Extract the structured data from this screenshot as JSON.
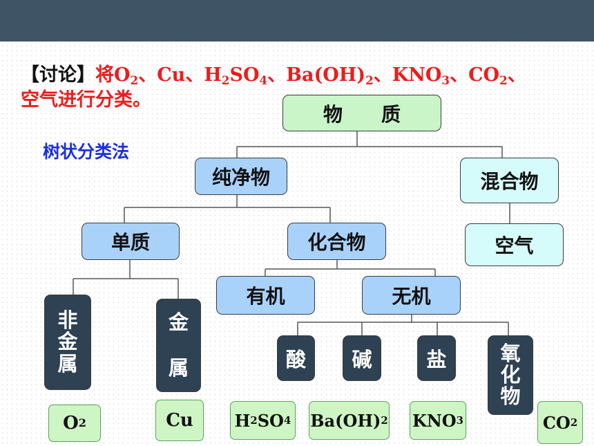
{
  "discussion": {
    "bracket": "【讨论】",
    "verb": "将",
    "substances": [
      {
        "base": "O",
        "sub": "2"
      },
      {
        "base": "Cu",
        "sub": ""
      },
      {
        "base": "H",
        "sub": "2",
        "rest": "SO",
        "sub2": "4"
      },
      {
        "base": "Ba(OH)",
        "sub": "2"
      },
      {
        "base": "KNO",
        "sub": "3"
      },
      {
        "base": "CO",
        "sub": "2"
      }
    ],
    "separator": "、",
    "line2": "空气进行分类。"
  },
  "method_label": "树状分类法",
  "tree": {
    "root": "物　　质",
    "pure": "纯净物",
    "mixture": "混合物",
    "element": "单质",
    "compound": "化合物",
    "air": "空气",
    "organic": "有机",
    "inorganic": "无机",
    "nonmetal_chars": [
      "非",
      "金",
      "属"
    ],
    "metal_chars": [
      "金",
      "属"
    ],
    "acid": "酸",
    "base": "碱",
    "salt": "盐",
    "oxide_chars": [
      "氧",
      "化",
      "物"
    ]
  },
  "examples": {
    "o2": {
      "base": "O",
      "sub": "2"
    },
    "cu": {
      "base": "Cu"
    },
    "h2so4": {
      "a": "H",
      "s1": "2",
      "b": "SO",
      "s2": "4"
    },
    "baoh2": {
      "base": "Ba(OH)",
      "sub": "2"
    },
    "kno3": {
      "base": "KNO",
      "sub": "3"
    },
    "co2": {
      "base": "CO",
      "sub": "2"
    }
  },
  "colors": {
    "topbar": "#3f5464",
    "discussion_red": "#ee1c1c",
    "method_blue": "#1a2fe0",
    "root_green": "#c9f5c9",
    "category_blue": "#a9d2fa",
    "category_cyan": "#d6fbfb",
    "dark_box": "#2f4253",
    "example_green": "#cef5c4"
  }
}
